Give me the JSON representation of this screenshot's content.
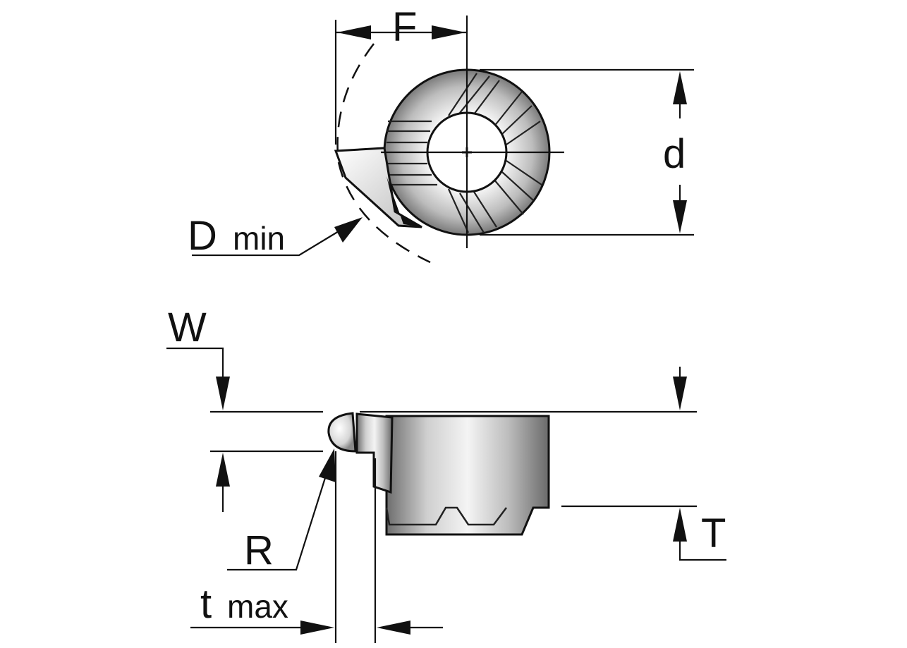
{
  "labels": {
    "F": "F",
    "d": "d",
    "D": "D",
    "D_sub": "min",
    "W": "W",
    "T": "T",
    "R": "R",
    "t": "t",
    "t_sub": "max"
  }
}
